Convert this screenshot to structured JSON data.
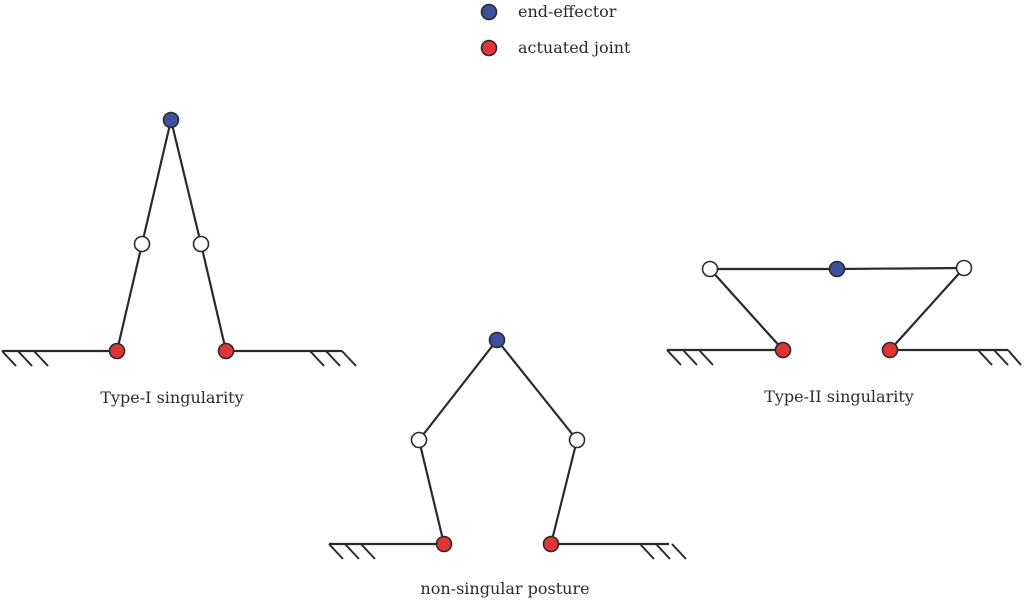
{
  "legend": {
    "end_effector_label": "end-effector",
    "actuated_joint_label": "actuated joint"
  },
  "colors": {
    "end_effector": "#3d4f9e",
    "actuated_joint": "#e03535",
    "passive_joint": "#ffffff",
    "link": "#2b2b2b"
  },
  "diagrams": {
    "type1": {
      "caption": "Type-I singularity"
    },
    "nonsingular": {
      "caption": "non-singular posture"
    },
    "type2": {
      "caption": "Type-II singularity"
    }
  }
}
